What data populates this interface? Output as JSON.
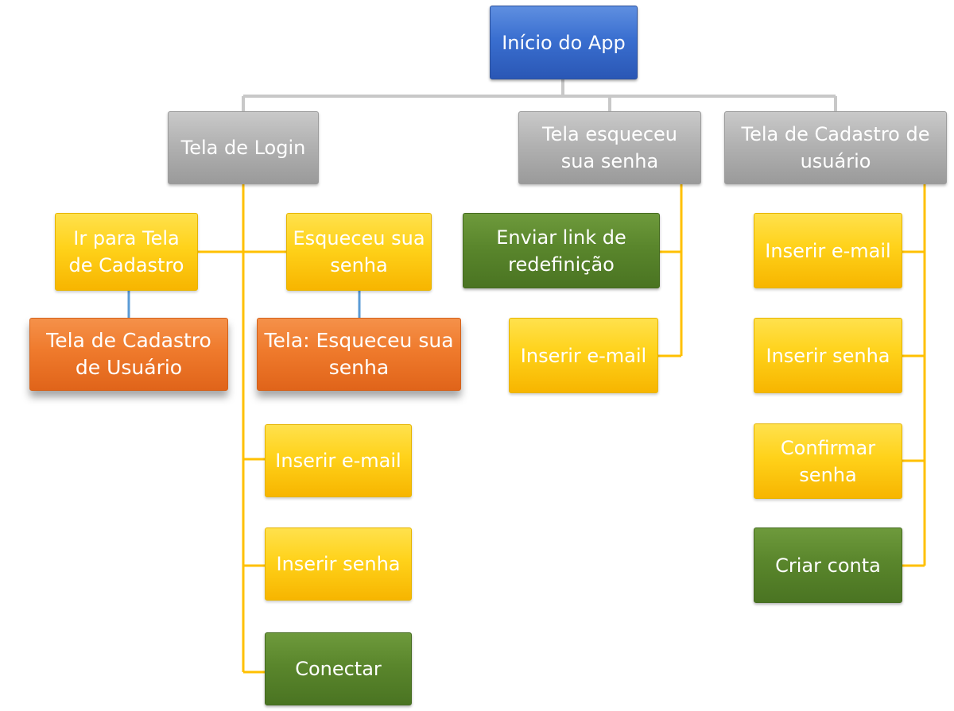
{
  "root": {
    "label": "Início do App"
  },
  "screens": {
    "login": {
      "label": "Tela de Login"
    },
    "forgot": {
      "label": "Tela esqueceu sua senha"
    },
    "signup": {
      "label": "Tela de Cadastro de usuário"
    }
  },
  "login_branch": {
    "goto_signup": {
      "label": "Ir para Tela de Cadastro"
    },
    "forgot_password": {
      "label": "Esqueceu sua senha"
    },
    "signup_screen": {
      "label": "Tela de Cadastro de Usuário"
    },
    "forgot_screen": {
      "label": "Tela: Esqueceu sua senha"
    },
    "email": {
      "label": "Inserir e-mail"
    },
    "password": {
      "label": "Inserir senha"
    },
    "connect": {
      "label": "Conectar"
    }
  },
  "forgot_branch": {
    "send_link": {
      "label": "Enviar link de redefinição"
    },
    "email": {
      "label": "Inserir e-mail"
    }
  },
  "signup_branch": {
    "email": {
      "label": "Inserir e-mail"
    },
    "password": {
      "label": "Inserir senha"
    },
    "confirm_password": {
      "label": "Confirmar senha"
    },
    "create_account": {
      "label": "Criar conta"
    }
  },
  "colors": {
    "root": "#3a6fd0",
    "screen": "#b2b2b2",
    "action": "#ffd21a",
    "submit": "#5a862c",
    "navigation": "#ef7a2c",
    "connector_gray": "#c8c8c8",
    "connector_yellow": "#ffc000",
    "connector_blue": "#5b9bd5"
  }
}
